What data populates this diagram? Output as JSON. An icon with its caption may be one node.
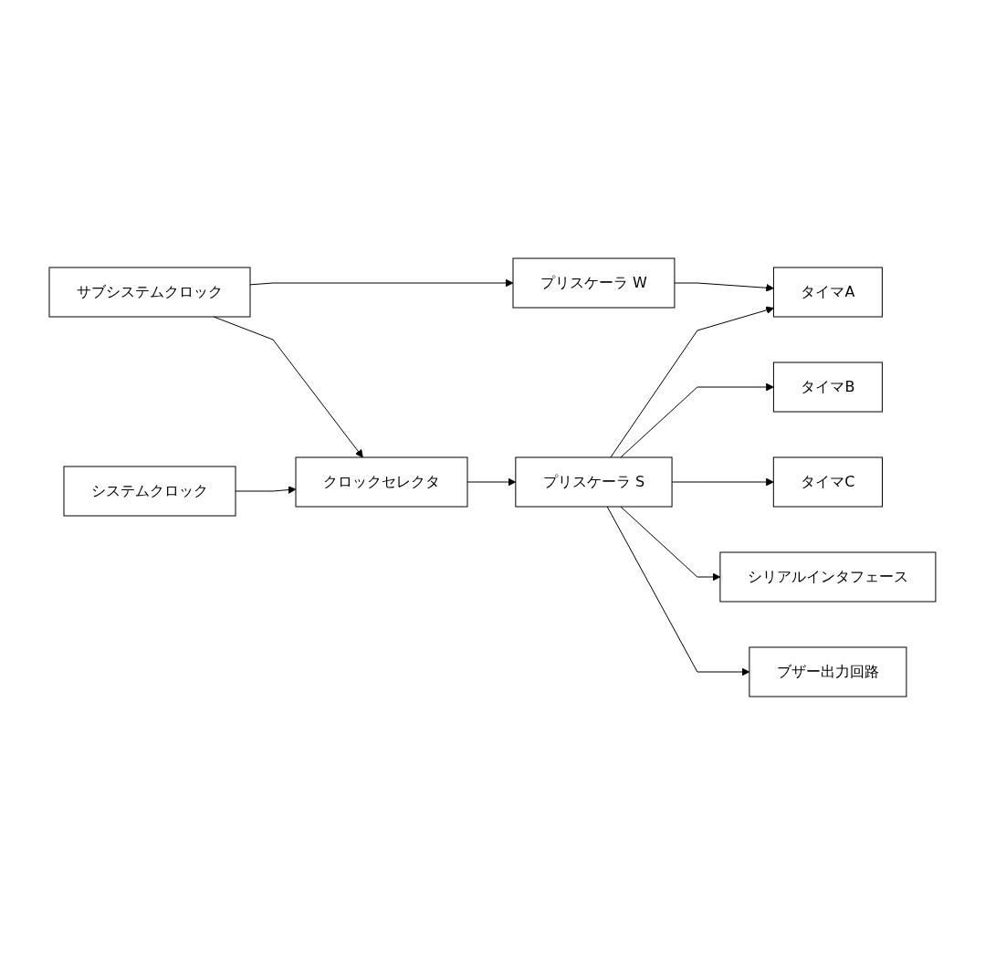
{
  "diagram": {
    "nodes": [
      {
        "text": [
          "サブシステムクロック"
        ]
      },
      {
        "text": [
          "プリスケーラ W"
        ]
      },
      {
        "text": [
          "タイマA"
        ]
      },
      {
        "text": [
          "タイマB"
        ]
      },
      {
        "text": [
          "タイマC"
        ]
      },
      {
        "text": [
          "シリアルインタフェース"
        ]
      },
      {
        "text": [
          "ブザー出力回路"
        ]
      },
      {
        "text": [
          "システムクロック"
        ]
      },
      {
        "text": [
          "クロックセレクタ"
        ]
      },
      {
        "text": [
          "プリスケーラ S"
        ]
      }
    ],
    "edges": [
      {
        "from": 0,
        "to": 1,
        "arrow": "to"
      },
      {
        "from": 0,
        "to": 8,
        "arrow": "to"
      },
      {
        "from": 7,
        "to": 8,
        "arrow": "to"
      },
      {
        "from": 8,
        "to": 9,
        "arrow": "to"
      },
      {
        "from": 1,
        "to": 2,
        "arrow": "to"
      },
      {
        "from": 9,
        "to": 2,
        "arrow": "to"
      },
      {
        "from": 9,
        "to": 3,
        "arrow": "to"
      },
      {
        "from": 9,
        "to": 4,
        "arrow": "to"
      },
      {
        "from": 9,
        "to": 5,
        "arrow": "to"
      },
      {
        "from": 9,
        "to": 6,
        "arrow": "to"
      }
    ]
  }
}
